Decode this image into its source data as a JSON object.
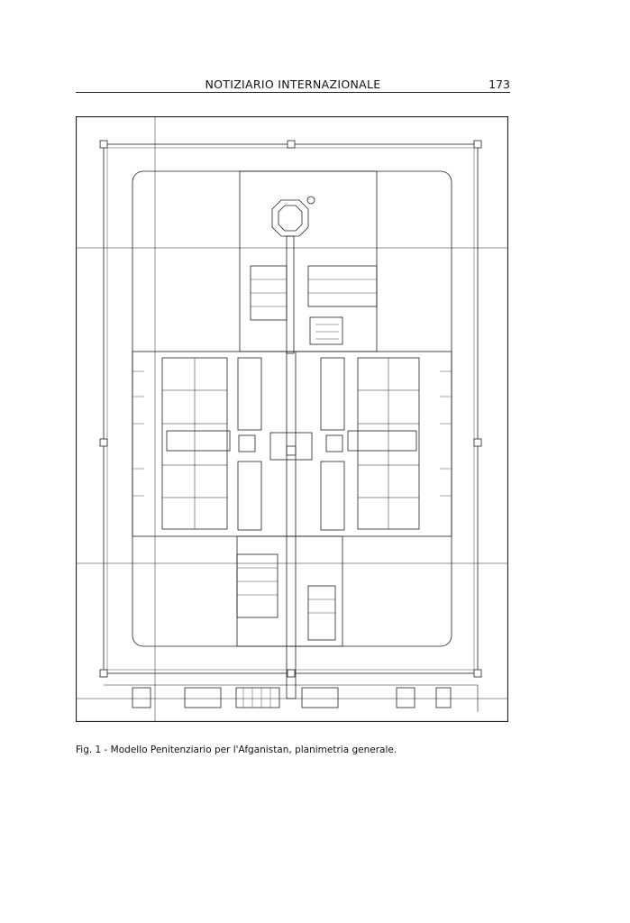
{
  "header": {
    "title": "NOTIZIARIO INTERNAZIONALE",
    "page_number": "173"
  },
  "figure": {
    "caption": "Fig. 1 - Modello Penitenziario per l'Afganistan, planimetria generale."
  }
}
